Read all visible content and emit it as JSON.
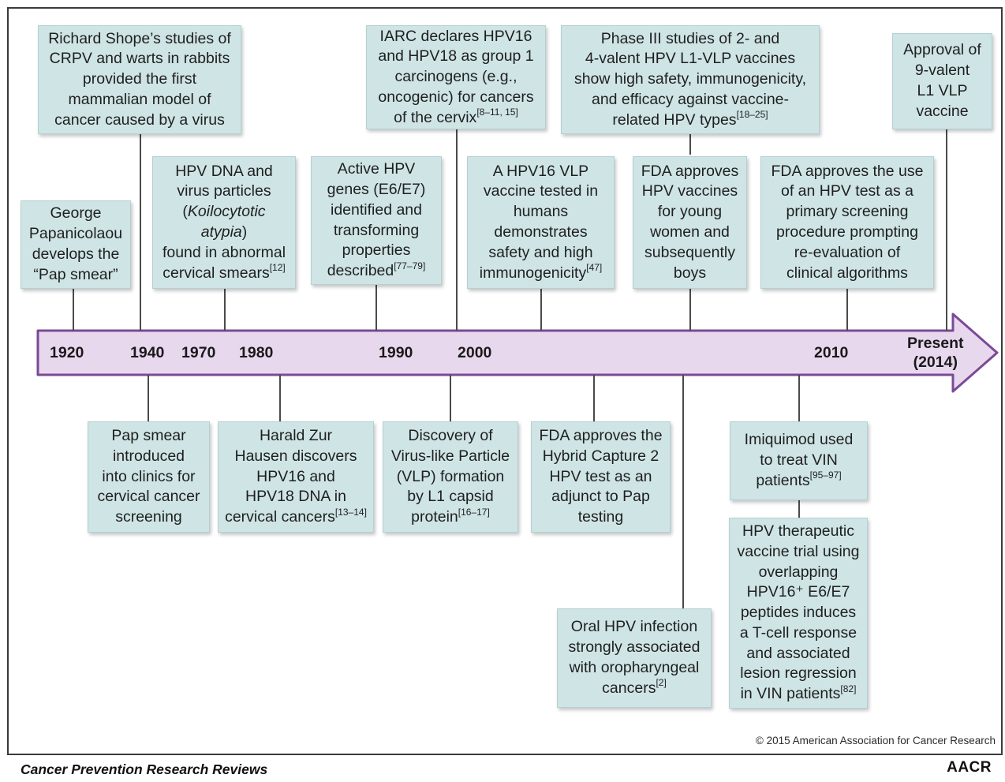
{
  "timeline": {
    "arrow_fill": "#e8d8ee",
    "arrow_stroke": "#7a4a96",
    "box_color": "#cfe4e5",
    "years": {
      "y1920": "1920",
      "y1940": "1940",
      "y1970": "1970",
      "y1980": "1980",
      "y1990": "1990",
      "y2000": "2000",
      "y2010": "2010",
      "present_line1": "Present",
      "present_line2": "(2014)"
    },
    "events_above": {
      "shope": [
        "Richard Shope’s studies of",
        "CRPV and warts in rabbits",
        "provided the first",
        "mammalian model of",
        "cancer caused by a virus"
      ],
      "iarc": {
        "lines": [
          "IARC declares HPV16",
          "and HPV18 as group 1",
          "carcinogens (e.g.,",
          "oncogenic) for cancers",
          "of the cervix"
        ],
        "ref": "[8–11, 15]"
      },
      "phase3": {
        "lines": [
          "Phase III studies of 2- and",
          "4-valent HPV L1-VLP vaccines",
          "show high safety, immunogenicity,",
          "and efficacy against vaccine-",
          "related HPV types"
        ],
        "ref": "[18–25]"
      },
      "ninevalent": [
        "Approval of",
        "9-valent",
        "L1 VLP",
        "vaccine"
      ],
      "papanicolaou": [
        "George",
        "Papanicolaou",
        "develops the",
        "“Pap smear”"
      ],
      "hpvdna": {
        "lines": [
          "HPV DNA and",
          "virus particles",
          "(",
          "Koilocytotic",
          "atypia",
          ")",
          "found in abnormal",
          "cervical smears"
        ],
        "ref": "[12]"
      },
      "activegenes": {
        "lines": [
          "Active HPV",
          "genes (E6/E7)",
          "identified and",
          "transforming",
          "properties",
          "described"
        ],
        "ref": "[77–79]"
      },
      "vlpvaccine": {
        "lines": [
          "A HPV16 VLP",
          "vaccine tested in",
          "humans",
          "demonstrates",
          "safety and high",
          "immunogenicity"
        ],
        "ref": "[47]"
      },
      "fdavaccines": [
        "FDA approves",
        "HPV vaccines",
        "for young",
        "women and",
        "subsequently",
        "boys"
      ],
      "fdatest": [
        "FDA approves the use",
        "of an HPV test as a",
        "primary screening",
        "procedure prompting",
        "re-evaluation of",
        "clinical algorithms"
      ]
    },
    "events_below": {
      "papclinics": [
        "Pap smear",
        "introduced",
        "into clinics for",
        "cervical cancer",
        "screening"
      ],
      "zurhausen": {
        "lines": [
          "Harald Zur",
          "Hausen discovers",
          "HPV16 and",
          "HPV18 DNA in",
          "cervical cancers"
        ],
        "ref": "[13–14]"
      },
      "vlpdiscovery": {
        "lines": [
          "Discovery of",
          "Virus-like Particle",
          "(VLP) formation",
          "by L1 capsid",
          "protein"
        ],
        "ref": "[16–17]"
      },
      "hybridcapture": [
        "FDA approves the",
        "Hybrid Capture 2",
        "HPV test as an",
        "adjunct to Pap",
        "testing"
      ],
      "oralhpv": {
        "lines": [
          "Oral HPV infection",
          "strongly associated",
          "with oropharyngeal",
          "cancers"
        ],
        "ref": "[2]"
      },
      "imiquimod": {
        "lines": [
          "Imiquimod used",
          "to treat VIN",
          "patients"
        ],
        "ref": "[95–97]"
      },
      "therapeutic": {
        "lines": [
          "HPV therapeutic",
          "vaccine trial using",
          "overlapping",
          "HPV16",
          "⁺",
          " E6/E7",
          "peptides induces",
          "a T-cell response",
          "and associated",
          "lesion regression",
          "in VIN patients"
        ],
        "ref": "[82]"
      }
    }
  },
  "copyright": "© 2015 American Association for Cancer Research",
  "footer": {
    "journal": "Cancer Prevention Research Reviews",
    "logo": "AACR"
  }
}
